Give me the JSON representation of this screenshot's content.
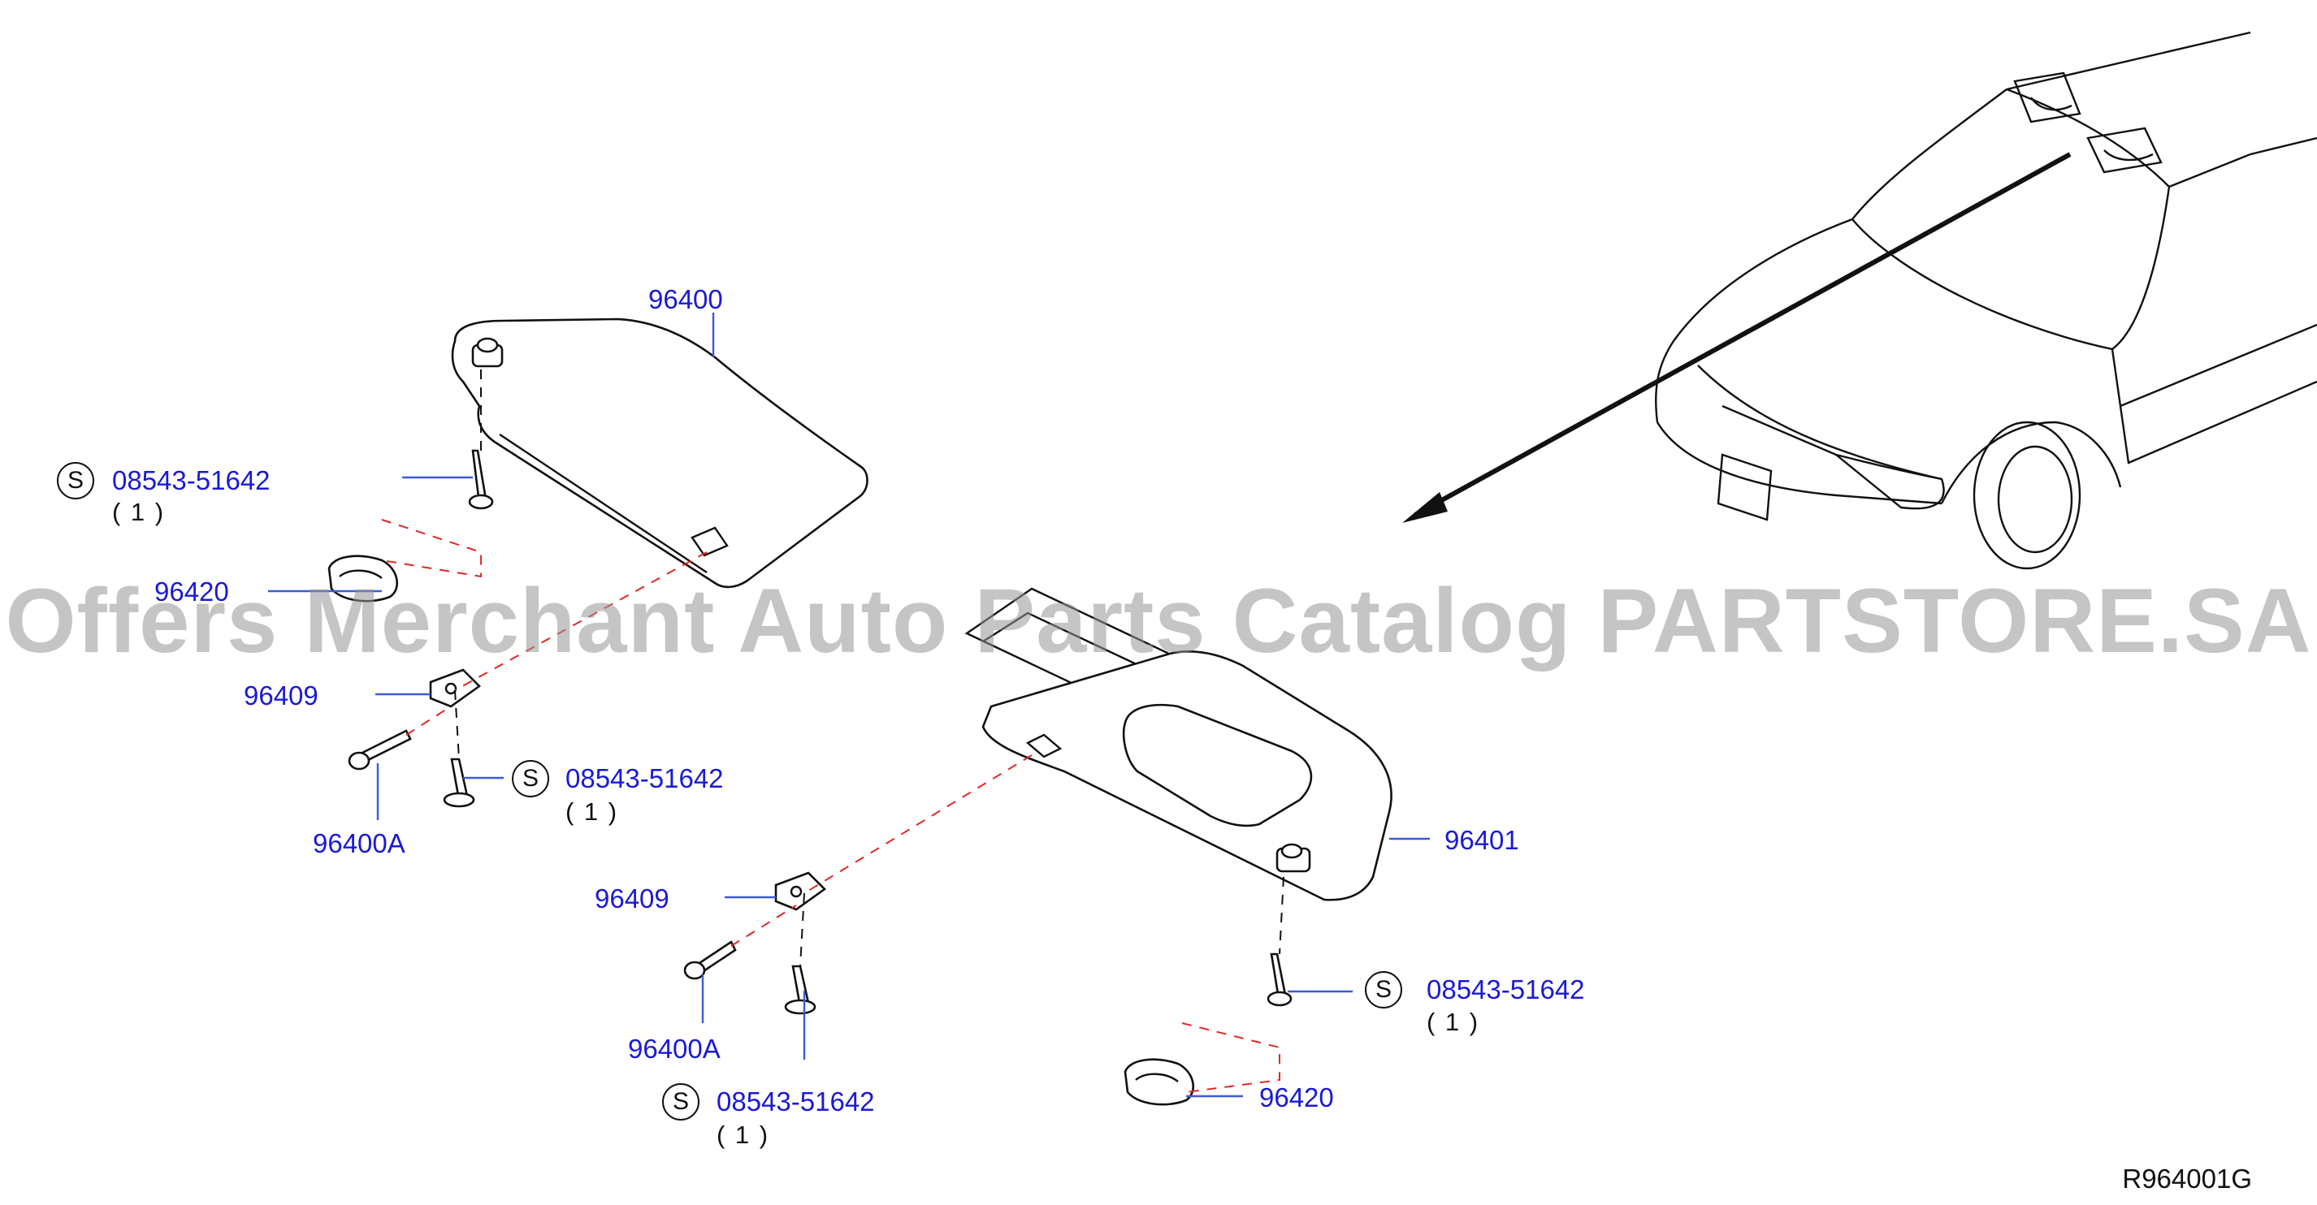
{
  "diagram": {
    "callouts": [
      {
        "id": "c1",
        "label": "96400"
      },
      {
        "id": "c2",
        "label": "08543-51642",
        "qty": "( 1 )",
        "badge": "S"
      },
      {
        "id": "c3",
        "label": "96420"
      },
      {
        "id": "c4",
        "label": "96409"
      },
      {
        "id": "c5",
        "label": "08543-51642",
        "qty": "( 1 )",
        "badge": "S"
      },
      {
        "id": "c6",
        "label": "96400A"
      },
      {
        "id": "c7",
        "label": "96401"
      },
      {
        "id": "c8",
        "label": "96409"
      },
      {
        "id": "c9",
        "label": "08543-51642",
        "qty": "( 1 )",
        "badge": "S"
      },
      {
        "id": "c10",
        "label": "96400A"
      },
      {
        "id": "c11",
        "label": "96420"
      },
      {
        "id": "c12",
        "label": "08543-51642",
        "qty": "( 1 )",
        "badge": "S"
      }
    ],
    "watermark": "Offers Merchant Auto Parts Catalog PARTSTORE.SA",
    "reference_code": "R964001G",
    "colors": {
      "callout_text": "#1a1ad6",
      "leader_line": "#3b5bd6",
      "red_dash": "#e02828",
      "watermark": "#969696"
    }
  }
}
